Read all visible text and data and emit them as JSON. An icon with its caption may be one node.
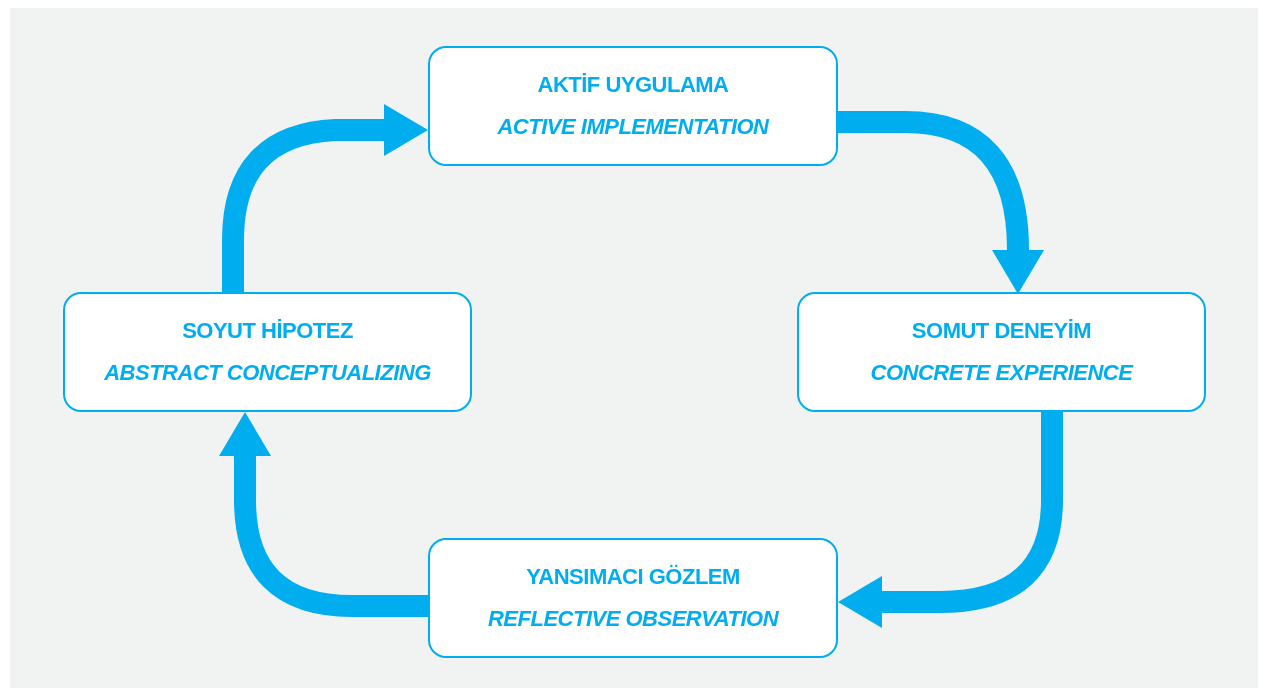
{
  "diagram": {
    "nodes": [
      {
        "text": [
          "AKTİF UYGULAMA",
          "ACTIVE IMPLEMENTATION"
        ]
      },
      {
        "text": [
          "SOMUT DENEYİM",
          "CONCRETE EXPERIENCE"
        ]
      },
      {
        "text": [
          "YANSIMACI GÖZLEM",
          "REFLECTIVE OBSERVATION"
        ]
      },
      {
        "text": [
          "SOYUT HİPOTEZ",
          "ABSTRACT CONCEPTUALIZING"
        ]
      }
    ],
    "edges": [
      {
        "from": 0,
        "to": 1,
        "arrow": "to"
      },
      {
        "from": 1,
        "to": 2,
        "arrow": "to"
      },
      {
        "from": 2,
        "to": 3,
        "arrow": "to"
      },
      {
        "from": 3,
        "to": 0,
        "arrow": "to"
      }
    ]
  }
}
